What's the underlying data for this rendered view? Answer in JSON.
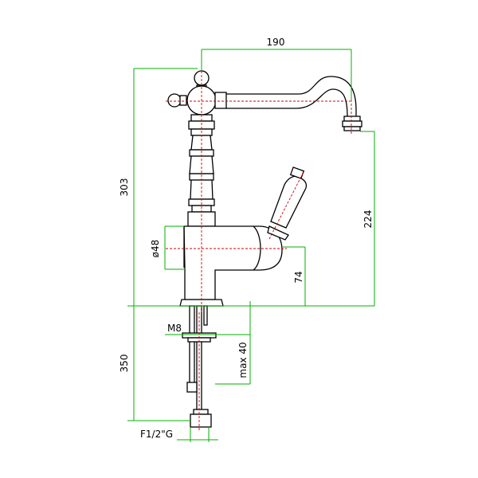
{
  "dimensions": {
    "spout_reach": "190",
    "total_height": "303",
    "spout_height": "224",
    "body_diameter": "ø48",
    "body_height": "74",
    "thread_size": "M8",
    "max_deck": "max 40",
    "hose_length": "350",
    "connection": "F1/2\"G"
  },
  "colors": {
    "outline": "#000000",
    "centerline": "#d40000",
    "dimension_line": "#00b000"
  }
}
